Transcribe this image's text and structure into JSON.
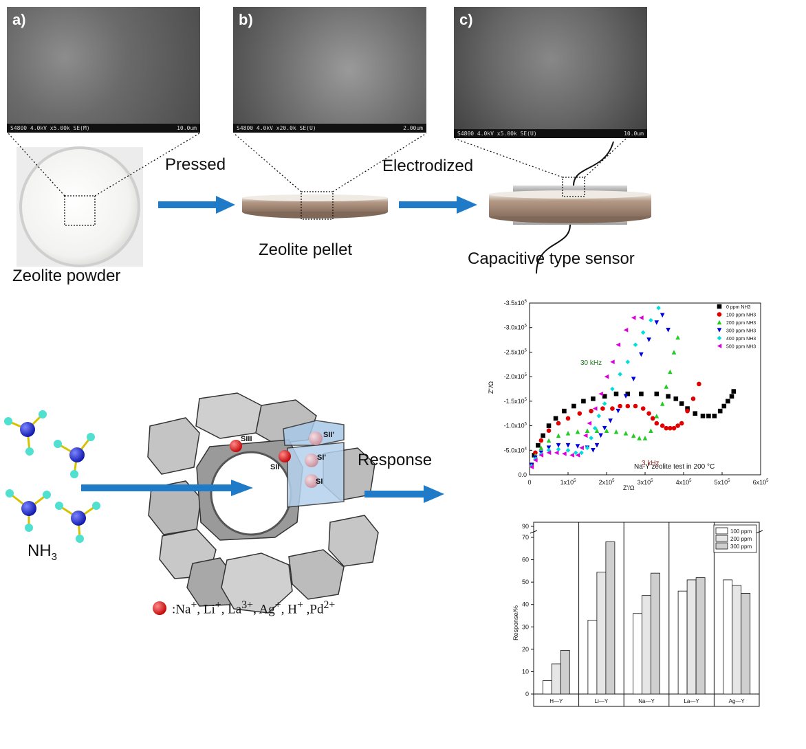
{
  "sem_images": [
    {
      "letter": "a)",
      "info": "S4800 4.0kV x5.00k SE(M)",
      "scale": "10.0um"
    },
    {
      "letter": "b)",
      "info": "S4800 4.0kV x20.0k SE(U)",
      "scale": "2.00um"
    },
    {
      "letter": "c)",
      "info": "S4800 4.0kV x5.00k SE(U)",
      "scale": "10.0um"
    }
  ],
  "process": {
    "powder_label": "Zeolite powder",
    "pressed_label": "Pressed",
    "pellet_label": "Zeolite pellet",
    "electrodized_label": "Electrodized",
    "sensor_label": "Capacitive type sensor"
  },
  "mechanism": {
    "nh3_label": "NH",
    "nh3_sub": "3",
    "response_label": "Response",
    "sites": [
      "SIII",
      "SII",
      "SII'",
      "SI'",
      "SI"
    ],
    "cations_legend": ":Na+, Li+, La3+, Ag+, H+ ,Pd2+"
  },
  "chart_data": [
    {
      "type": "scatter",
      "title": "",
      "xlabel": "Z'/Ω",
      "ylabel": "Z''/Ω",
      "xlim": [
        0,
        600000
      ],
      "ylim": [
        0,
        -350000
      ],
      "xticks": [
        "0",
        "1x10^5",
        "2x10^5",
        "3x10^5",
        "4x10^5",
        "5x10^5",
        "6x10^5"
      ],
      "yticks": [
        "0.0",
        "-5.0x10^4",
        "-1.0x10^5",
        "-1.5x10^5",
        "-2.0x10^5",
        "-2.5x10^5",
        "-3.0x10^5",
        "-3.5x10^5"
      ],
      "annotation": "Na-Y zeolite test in 200 °C",
      "freq_labels": [
        "30 kHz",
        "3 kHz"
      ],
      "legend": "top-right",
      "series": [
        {
          "name": "0 ppm NH3",
          "color": "#000000",
          "marker": "square",
          "x": [
            5000,
            12000,
            22000,
            35000,
            50000,
            68000,
            90000,
            115000,
            140000,
            165000,
            195000,
            225000,
            255000,
            290000,
            330000,
            360000,
            380000,
            395000,
            410000,
            430000,
            450000,
            465000,
            480000,
            495000,
            505000,
            515000,
            525000,
            530000
          ],
          "y": [
            -20000,
            -40000,
            -60000,
            -80000,
            -100000,
            -115000,
            -130000,
            -140000,
            -150000,
            -155000,
            -160000,
            -165000,
            -165000,
            -165000,
            -165000,
            -160000,
            -155000,
            -145000,
            -135000,
            -125000,
            -120000,
            -120000,
            -120000,
            -130000,
            -140000,
            -150000,
            -160000,
            -170000
          ]
        },
        {
          "name": "100 ppm NH3",
          "color": "#e00000",
          "marker": "circle",
          "x": [
            5000,
            15000,
            30000,
            50000,
            75000,
            100000,
            130000,
            160000,
            190000,
            215000,
            235000,
            255000,
            275000,
            295000,
            310000,
            320000,
            330000,
            345000,
            355000,
            365000,
            375000,
            385000,
            395000,
            410000,
            425000,
            440000
          ],
          "y": [
            -20000,
            -45000,
            -70000,
            -90000,
            -105000,
            -115000,
            -125000,
            -130000,
            -135000,
            -135000,
            -140000,
            -140000,
            -140000,
            -135000,
            -125000,
            -115000,
            -105000,
            -100000,
            -95000,
            -95000,
            -95000,
            -100000,
            -105000,
            -130000,
            -155000,
            -185000
          ]
        },
        {
          "name": "200 ppm NH3",
          "color": "#22cc22",
          "marker": "triangle-up",
          "x": [
            5000,
            15000,
            30000,
            50000,
            75000,
            100000,
            125000,
            150000,
            175000,
            200000,
            225000,
            250000,
            270000,
            285000,
            300000,
            315000,
            330000,
            345000,
            355000,
            365000,
            375000,
            385000
          ],
          "y": [
            -20000,
            -40000,
            -55000,
            -70000,
            -80000,
            -85000,
            -88000,
            -90000,
            -90000,
            -90000,
            -88000,
            -85000,
            -80000,
            -75000,
            -75000,
            -90000,
            -120000,
            -145000,
            -180000,
            -210000,
            -250000,
            -280000
          ]
        },
        {
          "name": "300 ppm NH3",
          "color": "#0000dd",
          "marker": "triangle-down",
          "x": [
            5000,
            15000,
            30000,
            50000,
            75000,
            100000,
            125000,
            150000,
            165000,
            175000,
            185000,
            195000,
            210000,
            230000,
            250000,
            270000,
            290000,
            310000,
            330000,
            345000,
            360000
          ],
          "y": [
            -20000,
            -35000,
            -45000,
            -55000,
            -60000,
            -60000,
            -58000,
            -55000,
            -50000,
            -60000,
            -80000,
            -95000,
            -110000,
            -130000,
            -160000,
            -195000,
            -245000,
            -275000,
            -310000,
            -325000,
            -295000
          ]
        },
        {
          "name": "400 ppm NH3",
          "color": "#00dddd",
          "marker": "diamond",
          "x": [
            5000,
            15000,
            30000,
            50000,
            75000,
            100000,
            120000,
            135000,
            150000,
            160000,
            170000,
            180000,
            195000,
            215000,
            235000,
            255000,
            275000,
            295000,
            315000,
            335000
          ],
          "y": [
            -18000,
            -32000,
            -42000,
            -50000,
            -52000,
            -50000,
            -45000,
            -45000,
            -55000,
            -75000,
            -95000,
            -120000,
            -145000,
            -175000,
            -205000,
            -230000,
            -265000,
            -290000,
            -315000,
            -340000
          ]
        },
        {
          "name": "500 ppm NH3",
          "color": "#dd00dd",
          "marker": "triangle-left",
          "x": [
            5000,
            15000,
            30000,
            50000,
            70000,
            90000,
            110000,
            125000,
            135000,
            145000,
            155000,
            170000,
            185000,
            200000,
            215000,
            230000,
            250000,
            270000,
            290000
          ],
          "y": [
            -16000,
            -30000,
            -40000,
            -45000,
            -45000,
            -43000,
            -40000,
            -40000,
            -55000,
            -80000,
            -105000,
            -135000,
            -165000,
            -200000,
            -230000,
            -265000,
            -295000,
            -320000,
            -320000
          ]
        }
      ]
    },
    {
      "type": "bar",
      "title": "",
      "xlabel": "",
      "ylabel": "Response/%",
      "ylim": [
        0,
        90
      ],
      "yticks": [
        "0",
        "10",
        "20",
        "30",
        "40",
        "50",
        "60",
        "70",
        "90"
      ],
      "legend": "top-right",
      "categories": [
        "H—Y",
        "Li—Y",
        "Na—Y",
        "La—Y",
        "Ag—Y"
      ],
      "series": [
        {
          "name": "100 ppm",
          "values": [
            6,
            33,
            36,
            46,
            51
          ]
        },
        {
          "name": "200 ppm",
          "values": [
            13.5,
            54.5,
            44,
            51,
            48.5
          ]
        },
        {
          "name": "300 ppm",
          "values": [
            19.5,
            68,
            54,
            52,
            45
          ]
        }
      ]
    }
  ]
}
